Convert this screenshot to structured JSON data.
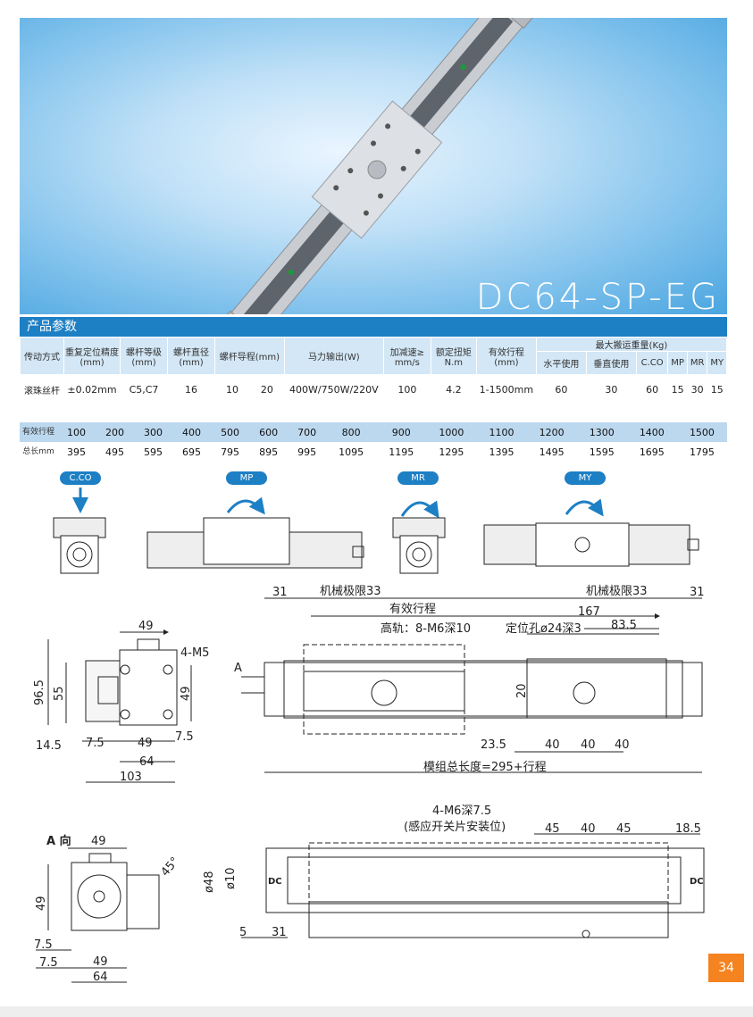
{
  "product_title": "DC64-SP-EG",
  "section_title": "产品参数",
  "spec_table": {
    "headers": {
      "drive": "传动方式",
      "repeat": "重复定位精度(mm)",
      "screw_grade": "螺杆等级(mm)",
      "screw_dia": "螺杆直径(mm)",
      "screw_lead": "螺杆导程(mm)",
      "motor": "马力输出(W)",
      "accel": "加减速≥ mm/s",
      "torque": "额定扭矩N.m",
      "stroke": "有效行程(mm)",
      "max_load": "最大搬运重量(Kg)",
      "horizontal": "水平使用",
      "vertical": "垂直使用",
      "cco": "C.CO",
      "mp": "MP",
      "mr": "MR",
      "my": "MY"
    },
    "values": {
      "drive": "滚珠丝杆",
      "repeat": "±0.02mm",
      "screw_grade": "C5,C7",
      "screw_dia": "16",
      "lead1": "10",
      "lead2": "20",
      "motor": "400W/750W/220V",
      "accel": "100",
      "torque": "4.2",
      "stroke": "1-1500mm",
      "horizontal": "60",
      "vertical": "30",
      "cco": "60",
      "mp": "15",
      "mr": "30",
      "my": "15"
    }
  },
  "stroke_table": {
    "row1_label": "有效行程",
    "row2_label": "总长mm",
    "strokes": [
      "100",
      "200",
      "300",
      "400",
      "500",
      "600",
      "700",
      "800",
      "900",
      "1000",
      "1100",
      "1200",
      "1300",
      "1400",
      "1500"
    ],
    "lengths": [
      "395",
      "495",
      "595",
      "695",
      "795",
      "895",
      "995",
      "1095",
      "1195",
      "1295",
      "1395",
      "1495",
      "1595",
      "1695",
      "1795"
    ]
  },
  "moment_labels": [
    "C.CO",
    "MP",
    "MR",
    "MY"
  ],
  "dims": {
    "top_left": {
      "w49": "49",
      "m5": "4-M5",
      "h96": "96.5",
      "h55": "55",
      "h49": "49",
      "d75r": "7.5",
      "d145": "14.5",
      "d75": "7.5",
      "b49": "49",
      "b64": "64",
      "b103": "103"
    },
    "main": {
      "d31a": "31",
      "mech_limit_l": "机械极限33",
      "mech_limit_r": "机械极限33",
      "d31b": "31",
      "effective_stroke": "有效行程",
      "d167": "167",
      "rail": "高轨：8-M6深10",
      "locate": "定位孔ø24深3",
      "d835": "83.5",
      "arrow_a": "A",
      "d20": "20",
      "d235": "23.5",
      "d40a": "40",
      "d40b": "40",
      "d40c": "40",
      "total": "模组总长度=295+行程"
    },
    "bottom_left": {
      "view": "A 向",
      "w49": "49",
      "angle": "45°",
      "h49": "49",
      "d75a": "7.5",
      "d75b": "7.5",
      "b49": "49",
      "b64": "64"
    },
    "bottom_main": {
      "holes": "4-M6深7.5",
      "holes_note": "(感应开关片安装位)",
      "d45a": "45",
      "d40": "40",
      "d45b": "45",
      "d185": "18.5",
      "dia48": "ø48",
      "dia10": "ø10",
      "d5": "5",
      "d31": "31",
      "dc_left": "DC",
      "dc_right": "DC"
    }
  },
  "page_number": "34",
  "colors": {
    "accent": "#1d7fc4",
    "light": "#d3e7f6",
    "page_badge": "#f5831f"
  }
}
